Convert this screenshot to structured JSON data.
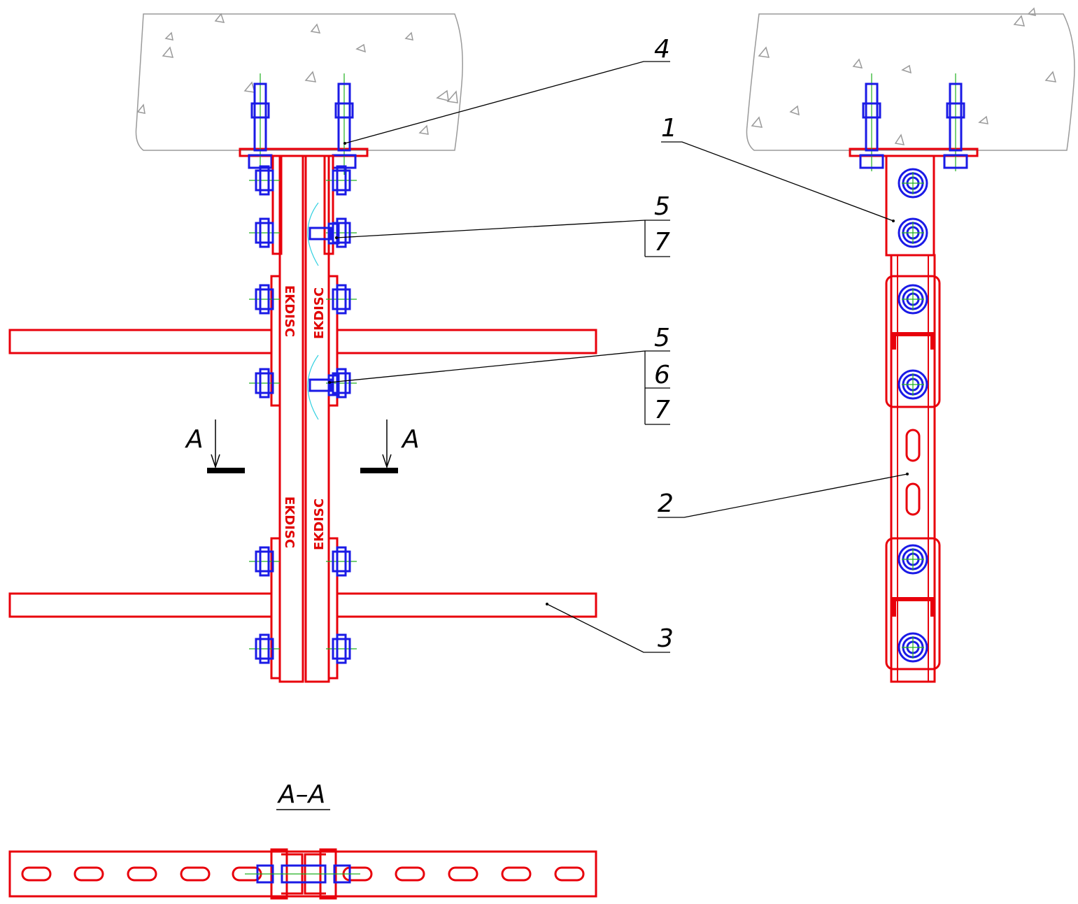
{
  "callouts": {
    "c1": "1",
    "c2": "2",
    "c3": "3",
    "c4": "4",
    "c5a": "5",
    "c7a": "7",
    "c5b": "5",
    "c6b": "6",
    "c7b": "7"
  },
  "section": {
    "marker_left": "A",
    "marker_right": "A",
    "title": "A–A"
  },
  "brand_text": "EKDISC",
  "colors": {
    "structure": "#e8000b",
    "fasteners": "#1a1ae6",
    "concrete": "#9a9a9a",
    "centerlines": "#20b020"
  }
}
